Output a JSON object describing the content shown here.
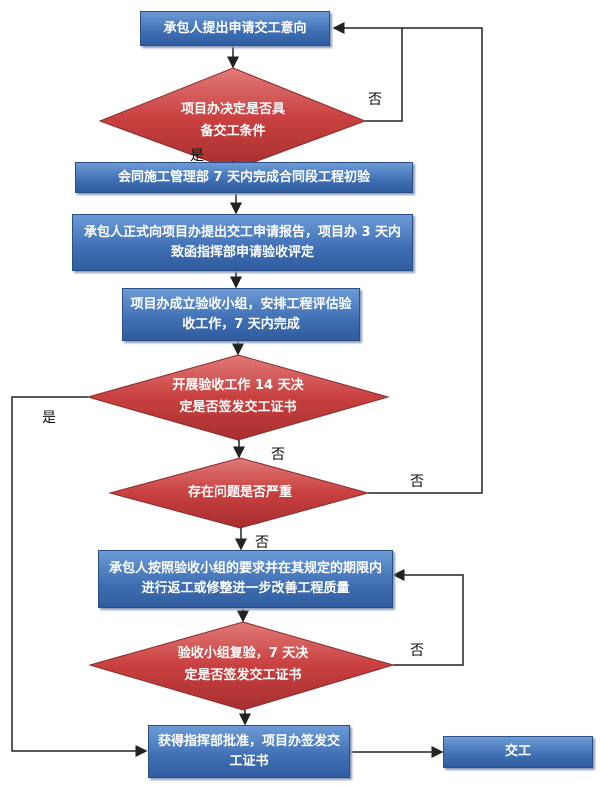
{
  "nodes": {
    "b1": "承包人提出申请交工意向",
    "d1": "项目办决定是否具\n备交工条件",
    "b2": "会同施工管理部 7 天内完成合同段工程初验",
    "b3": "承包人正式向项目办提出交工申请报告，项目办 3 天内致函指挥部申请验收评定",
    "b4": "项目办成立验收小组，安排工程评估验收工作，7 天内完成",
    "d2": "开展验收工作 14 天决\n定是否签发交工证书",
    "d3": "存在问题是否严重",
    "b5": "承包人按照验收小组的要求并在其规定的期限内进行返工或修整进一步改善工程质量",
    "d4": "验收小组复验，7 天决\n定是否签发交工证书",
    "b6": "获得指挥部批准，项目办签发交工证书",
    "b7": "交工"
  },
  "labels": {
    "d1_no": "否",
    "d1_yes": "是",
    "d2_yes": "是",
    "d2_no": "否",
    "d3_no_right": "否",
    "d3_no_down": "否",
    "d4_no": "否"
  },
  "colors": {
    "box": "#3f6fb3",
    "diamond": "#c0393b",
    "line": "#222222"
  }
}
